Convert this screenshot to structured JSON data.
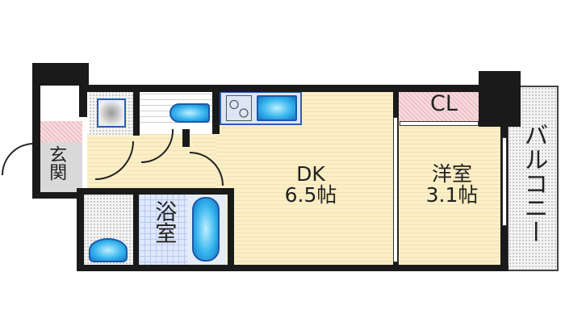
{
  "rooms": {
    "entrance": {
      "label": "玄関"
    },
    "bath": {
      "label": "浴室"
    },
    "dk": {
      "name": "DK",
      "size": "6.5帖"
    },
    "western": {
      "name": "洋室",
      "size": "3.1帖"
    },
    "closet": {
      "label": "CL"
    },
    "balcony": {
      "label": "バルコニー"
    }
  },
  "colors": {
    "wall": "#1a1a1a",
    "floor": "#fbefc8",
    "fixture": "#38b6ee",
    "closet": "#f6d9dc"
  }
}
